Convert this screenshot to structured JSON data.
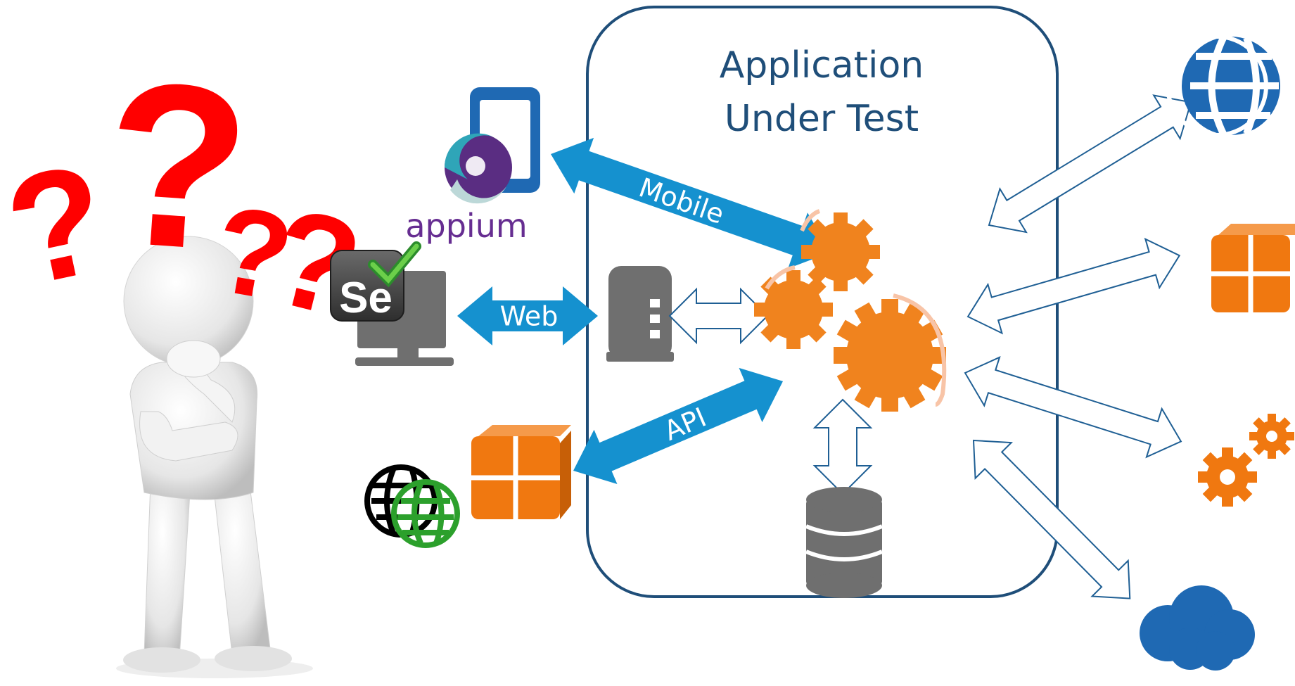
{
  "aut_title": [
    "Application",
    "Under Test"
  ],
  "channels": {
    "mobile": "Mobile",
    "web": "Web",
    "api": "API"
  },
  "logos": {
    "appium": "appium",
    "selenium": "Se"
  },
  "thinker": {
    "marks": [
      "?",
      "?",
      "?",
      "?"
    ]
  },
  "colors": {
    "question": "#ff0000",
    "frame": "#1f4e79",
    "arrow_fill": "#1591cf",
    "arrow_outline": "#1f5f94",
    "gear": "#f0831e",
    "gear_arc": "#f8c4a7",
    "grey_icon": "#6f6f6f",
    "orange_box": "#f07810",
    "blue_icon": "#1f69b3",
    "green_globe": "#2ca02c",
    "appium_text": "#662d91"
  },
  "icons": {
    "left": [
      "thinking-person",
      "question-marks",
      "phone-icon",
      "appium-logo",
      "selenium-logo",
      "monitor-icon",
      "globe-green-black-icon",
      "orange-package-icon"
    ],
    "inside": [
      "server-icon",
      "gears-icon",
      "database-icon"
    ],
    "right": [
      "web-globe-icon",
      "package-icon",
      "gears-small-icon",
      "cloud-icon"
    ]
  }
}
